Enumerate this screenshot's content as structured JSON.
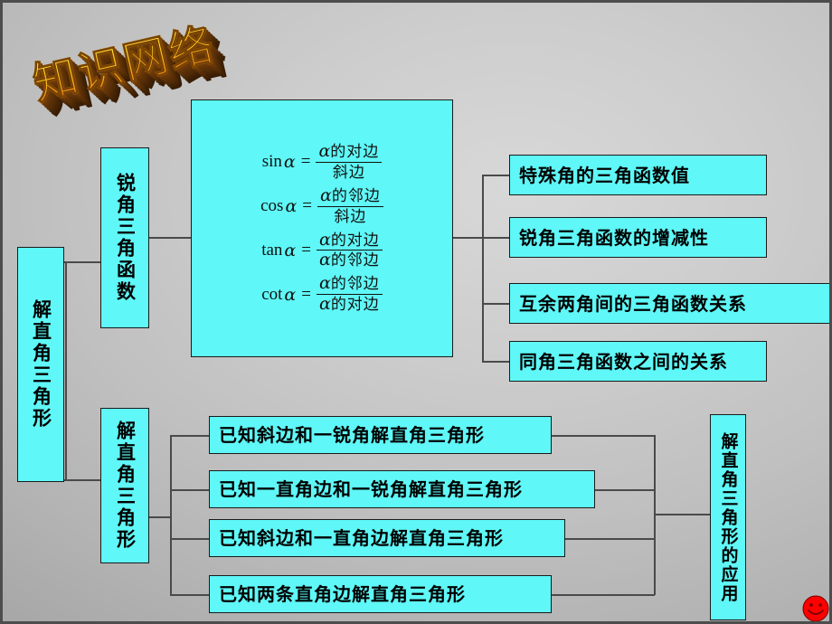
{
  "slide": {
    "title": "知识网络",
    "accent_cyan": "#5FF7F7",
    "title_gold": "#FFD21C",
    "line_color": "#4a4a4a",
    "smiley_color": "#FF0000"
  },
  "root": {
    "label": "解直角三角形"
  },
  "branches": {
    "trig": {
      "label": "锐角三角函数"
    },
    "solve": {
      "label": "解直角三角形"
    }
  },
  "formula": {
    "rows": [
      {
        "fn": "sin",
        "arg": "α",
        "eq": "=",
        "num_alpha": "α",
        "num_text": "的对边",
        "den_alpha": "",
        "den_text": "斜边"
      },
      {
        "fn": "cos",
        "arg": "α",
        "eq": "=",
        "num_alpha": "α",
        "num_text": "的邻边",
        "den_alpha": "",
        "den_text": "斜边"
      },
      {
        "fn": "tan",
        "arg": "α",
        "eq": "=",
        "num_alpha": "α",
        "num_text": "的对边",
        "den_alpha": "α",
        "den_text": "的邻边"
      },
      {
        "fn": "cot",
        "arg": "α",
        "eq": "=",
        "num_alpha": "α",
        "num_text": "的邻边",
        "den_alpha": "α",
        "den_text": "的对边"
      }
    ]
  },
  "trig_topics": [
    {
      "label": "特殊角的三角函数值"
    },
    {
      "label": "锐角三角函数的增减性"
    },
    {
      "label": "互余两角间的三角函数关系"
    },
    {
      "label": "同角三角函数之间的关系"
    }
  ],
  "solve_cases": [
    {
      "label": "已知斜边和一锐角解直角三角形"
    },
    {
      "label": "已知一直角边和一锐角解直角三角形"
    },
    {
      "label": "已知斜边和一直角边解直角三角形"
    },
    {
      "label": "已知两条直角边解直角三角形"
    }
  ],
  "application": {
    "label": "解直角三角形的应用"
  }
}
